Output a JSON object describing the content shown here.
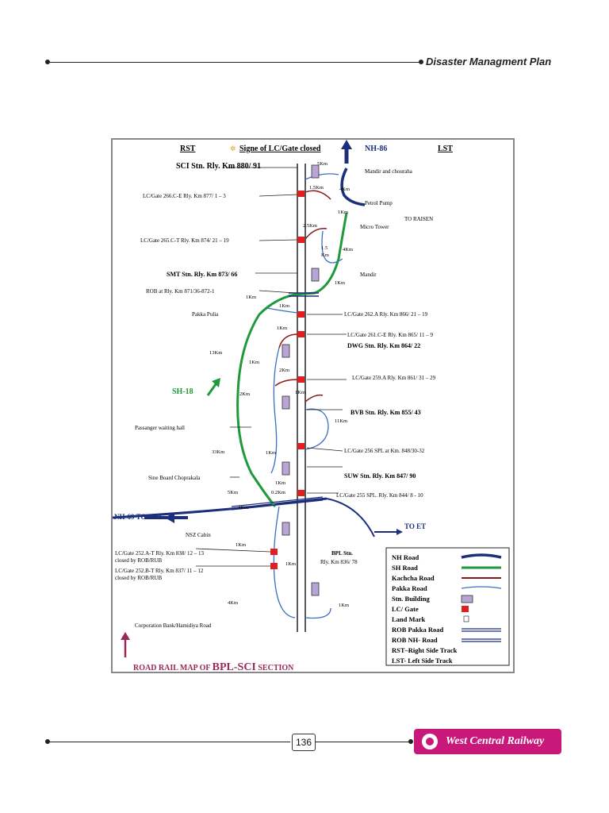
{
  "header": {
    "title": "Disaster Managment Plan"
  },
  "footer": {
    "page_number": "136",
    "org": "West Central Railway"
  },
  "map": {
    "top": {
      "rst": "RST",
      "signe": "Signe of LC/Gate closed",
      "nh86": "NH-86",
      "lst": "LST"
    },
    "sci": "SCI Stn.  Rly. Km 880/ 91",
    "lc266": "LC/Gate 266.C-E  Rly. Km 877/ 1 – 3",
    "lc265": "LC/Gate 265.C-T  Rly. Km 874/ 21 – 19",
    "smt": "SMT Stn. Rly. Km 873/ 66",
    "rob": "ROB at Rly. Km 871/36-872-1",
    "pakka_pulia": "Pakka Pulia",
    "lc262": "LC/Gate 262.A Rly. Km 866/ 21 – 19",
    "lc261": "LC/Gate 261.C-E Rly. Km 865/ 11 – 9",
    "dwg": "DWG Stn. Rly. Km 864/ 22",
    "lc259": "LC/Gate  259.A  Rly. Km 861/ 31 – 29",
    "sh18": "SH-18",
    "bvb": "BVB Stn. Rly. Km 855/ 43",
    "passanger": "Passanger waiting hall",
    "lc256": "LC/Gate 256 SPL at Km. 848/30-32",
    "sine": "Sine Board Choprakala",
    "suw": "SUW Stn. Rly. Km 847/ 90",
    "lc255": "LC/Gate 255 SPL. Rly. Km 844/ 8 - 10",
    "nh69": "NH-69 TO IND",
    "to_et": "TO ET",
    "nsz": "NSZ Cabin",
    "lc252a": "LC/Gate 252.A-T  Rly. Km 838/ 12 – 13",
    "closed1": "closed by ROB/RUB",
    "lc252b": "LC/Gate 252.B-T  Rly. Km 837/ 11 – 12",
    "closed2": "closed by ROB/RUB",
    "bpl": "BPL  Stn.",
    "bpl_km": "Rly. Km 836/ 78",
    "corp": "Corporation Bank/Hamidiya Road",
    "mandir_chouraha": "Mandir and chouraha",
    "petrol": "Petrol Pump",
    "to_raisen": "TO RAISEN",
    "micro": "Micro Tower",
    "mandir": "Mandir",
    "dist": {
      "d5": "5Km",
      "d15a": "1.5Km",
      "d4a": "4Km",
      "d1a": "1Km",
      "d25": "2.5Km",
      "d15b": "1.5",
      "d1km": "Km",
      "d4b": "4Km",
      "d1b": "1Km",
      "d1c": "1Km",
      "d1d": "1Km",
      "d1e": "1Km",
      "d13": "13Km",
      "d1f": "1Km",
      "d2a": "2Km",
      "d2b": "2Km",
      "d1g": "1Km",
      "d11": "11Km",
      "d33": "33Km",
      "d1h": "1Km",
      "d1i": "1Km",
      "d5b": "5Km",
      "d02": "0.2Km",
      "d4c": "4Km",
      "d1j": "1Km",
      "d1k": "1Km",
      "d4d": "4Km",
      "d1l": "1Km"
    },
    "legend": [
      "NH Road",
      "SH Road",
      "Kachcha Road",
      "Pakka Road",
      "Stn. Building",
      "LC/ Gate",
      "Land Mark",
      "ROB Pakka Road",
      "ROB NH- Road",
      "RST–Right Side Track",
      "LST- Left Side Track"
    ],
    "title_prefix": "ROAD RAIL MAP OF ",
    "title_main": "BPL-SCI",
    "title_suffix": " SECTION"
  },
  "colors": {
    "nh": "#1d2f7a",
    "sh": "#1f9a3a",
    "kachcha": "#8b1a1a",
    "pakka": "#3a6fc4",
    "stn": "#b9a4d6",
    "lc": "#e02020",
    "badge": "#c8197a"
  }
}
